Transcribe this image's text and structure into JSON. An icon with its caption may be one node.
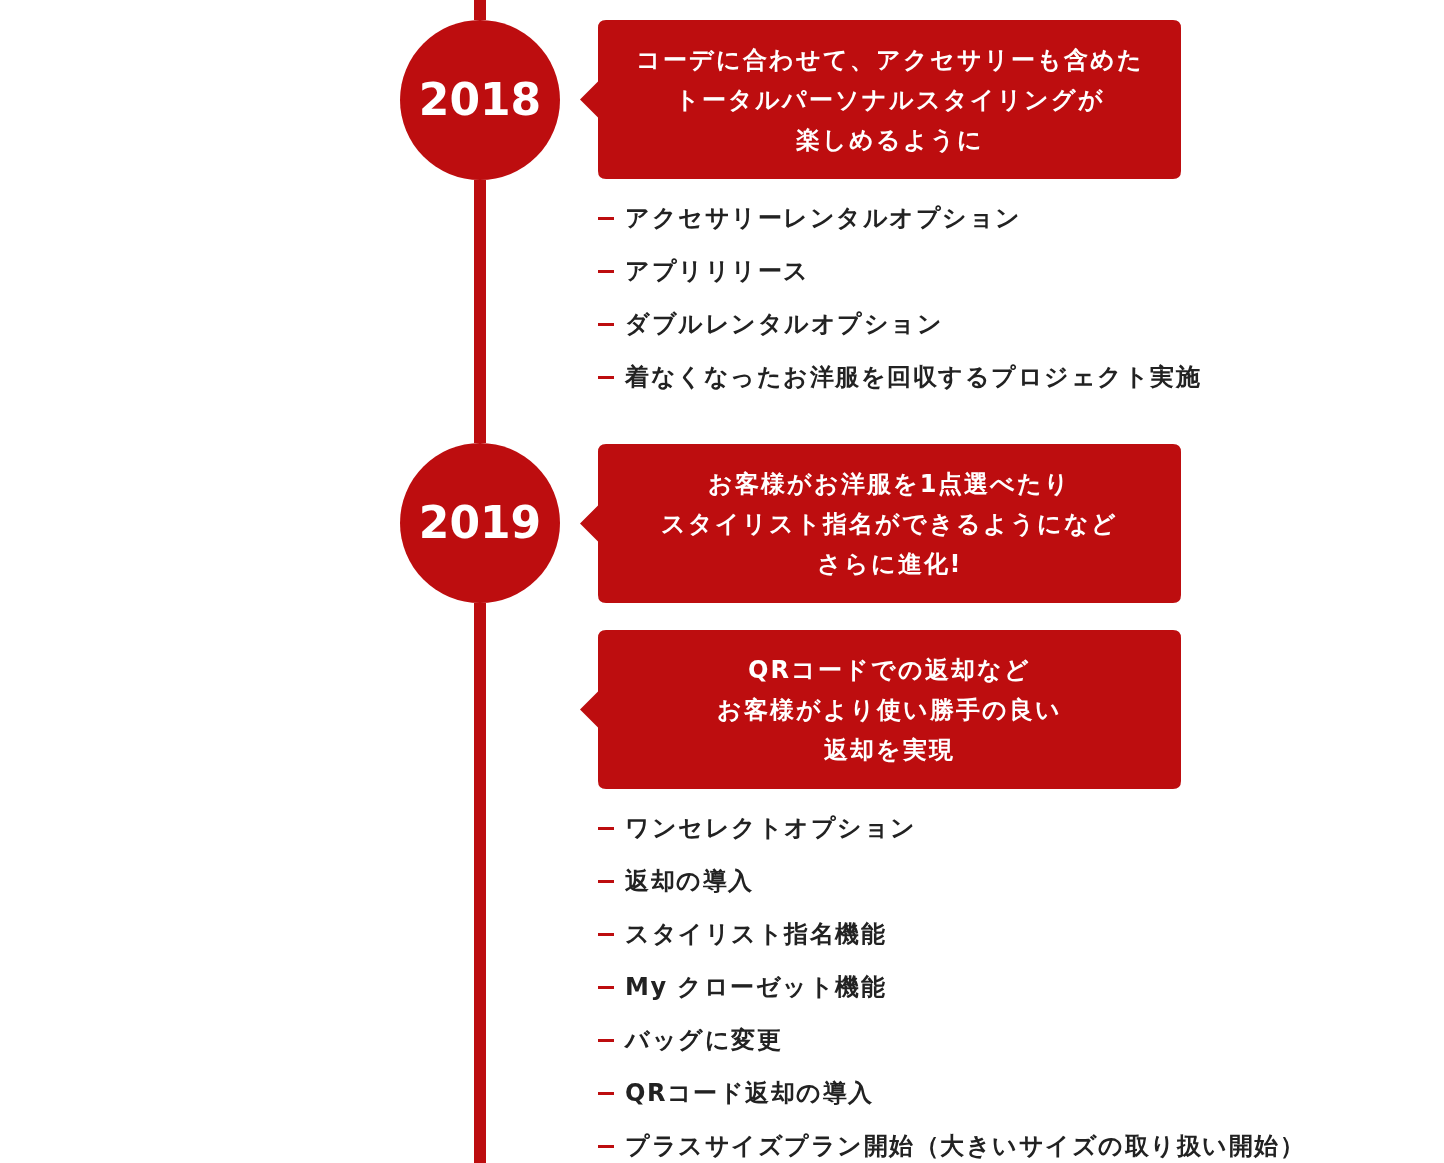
{
  "diagram": {
    "nodes": [
      {
        "text": [
          "2018"
        ]
      },
      {
        "text": [
          "コーデに合わせて、アクセサリーも含めたトータルパーソナルスタイリングが楽しめるように"
        ]
      },
      {
        "text": [
          "2019"
        ]
      },
      {
        "text": [
          "お客様がお洋服を1点選べたりスタイリスト指名ができるようになどさらに進化!"
        ]
      },
      {
        "text": [
          "QRコードでの返却などお客様がより使い勝手の良い返却を実現"
        ]
      }
    ],
    "edges": [
      {
        "from": null,
        "to": 0,
        "arrow": "none"
      },
      {
        "from": 0,
        "to": 2,
        "arrow": "none"
      },
      {
        "from": 2,
        "to": null,
        "arrow": "none"
      }
    ],
    "labels": [
      "アクセサリーレンタルオプション",
      "アプリリリース",
      "ダブルレンタルオプション",
      "着なくなったお洋服を回収するプロジェクト実施",
      "ワンセレクトオプション",
      "返却の導入",
      "スタイリスト指名機能",
      "My クローゼット機能",
      "バッグに変更",
      "QRコード返却の導入",
      "プラスサイズプラン開始（大きいサイズの取り扱い開始）"
    ]
  }
}
